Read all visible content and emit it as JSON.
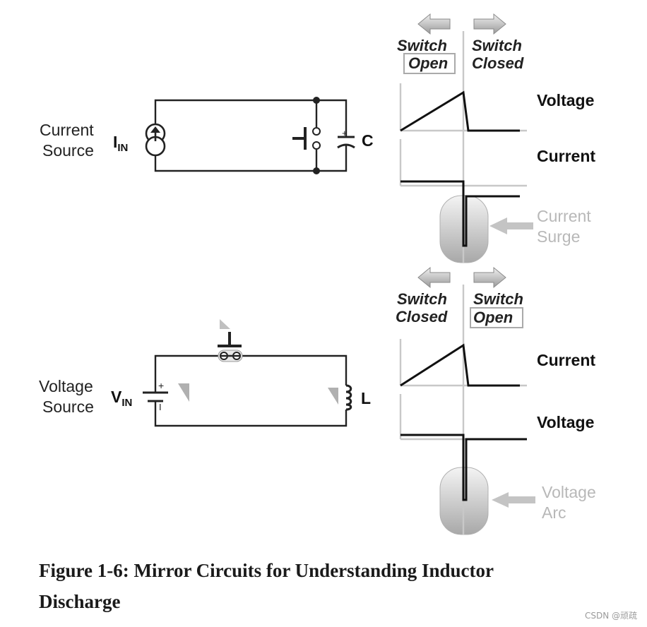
{
  "top_circuit": {
    "source_label_line1": "Current",
    "source_label_line2": "Source",
    "source_symbol": "I",
    "source_subscript": "IN",
    "component_label": "C",
    "capacitor_polarity": "+"
  },
  "top_waveforms": {
    "left_state_line1": "Switch",
    "left_state_line2": "Open",
    "right_state_line1": "Switch",
    "right_state_line2": "Closed",
    "trace1_label": "Voltage",
    "trace2_label": "Current",
    "callout_line1": "Current",
    "callout_line2": "Surge"
  },
  "bottom_circuit": {
    "source_label_line1": "Voltage",
    "source_label_line2": "Source",
    "source_symbol": "V",
    "source_subscript": "IN",
    "battery_plus": "+",
    "battery_minus": "I",
    "component_label": "L"
  },
  "bottom_waveforms": {
    "left_state_line1": "Switch",
    "left_state_line2": "Closed",
    "right_state_line1": "Switch",
    "right_state_line2": "Open",
    "trace1_label": "Current",
    "trace2_label": "Voltage",
    "callout_line1": "Voltage",
    "callout_line2": "Arc"
  },
  "caption_line1": "Figure 1-6: Mirror Circuits for Understanding Inductor",
  "caption_line2": "Discharge",
  "watermark": "CSDN @顽疏",
  "colors": {
    "wire": "#222222",
    "trace": "#111111",
    "axis": "#c8c8c8",
    "callout_text": "#b8b8b8"
  }
}
